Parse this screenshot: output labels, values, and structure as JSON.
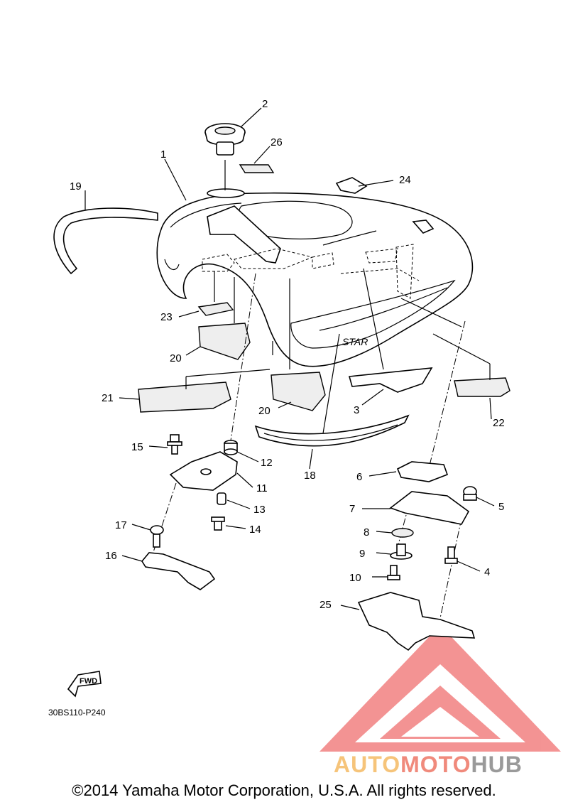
{
  "diagram": {
    "callouts": [
      "1",
      "2",
      "3",
      "4",
      "5",
      "6",
      "7",
      "8",
      "9",
      "10",
      "11",
      "12",
      "13",
      "14",
      "15",
      "16",
      "17",
      "18",
      "19",
      "20",
      "20",
      "21",
      "22",
      "23",
      "24",
      "25",
      "26"
    ],
    "tank_logo": "STAR",
    "fwd_label": "FWD",
    "reference_code": "30BS110-P240"
  },
  "watermark": {
    "part1": "AUTO",
    "part2": "MOTO",
    "part3": "HUB",
    "colors": {
      "part1": "#f6c47a",
      "part2": "#f08a7c",
      "part3": "#9a9a9a",
      "triangle": "#f07070"
    }
  },
  "footer": {
    "copyright": "©2014 Yamaha Motor Corporation, U.S.A. All rights reserved."
  }
}
